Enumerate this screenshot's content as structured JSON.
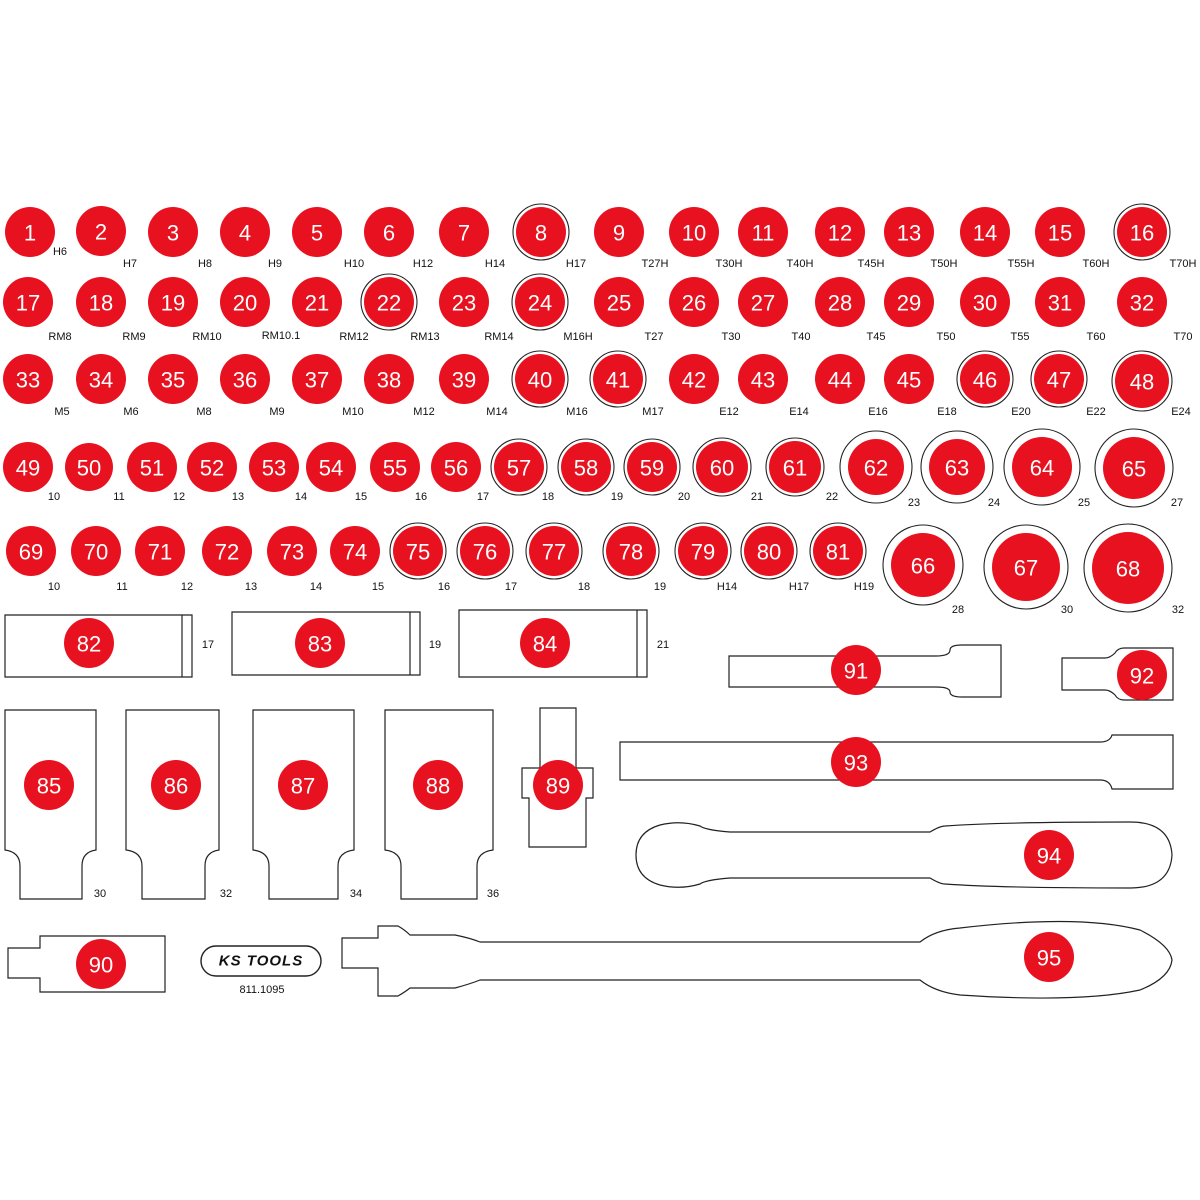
{
  "colors": {
    "marker": "#e8111f",
    "marker_text": "#ffffff",
    "outline": "#222222",
    "label": "#111111"
  },
  "brand": {
    "logo_text": "KS TOOLS",
    "part_number": "811.1095"
  },
  "tools": [
    {
      "n": "1",
      "size": "H6"
    },
    {
      "n": "2",
      "size": "H7"
    },
    {
      "n": "3",
      "size": "H8"
    },
    {
      "n": "4",
      "size": "H9"
    },
    {
      "n": "5",
      "size": "H10"
    },
    {
      "n": "6",
      "size": "H12"
    },
    {
      "n": "7",
      "size": "H14"
    },
    {
      "n": "8",
      "size": "H17"
    },
    {
      "n": "9",
      "size": "T27H"
    },
    {
      "n": "10",
      "size": "T30H"
    },
    {
      "n": "11",
      "size": "T40H"
    },
    {
      "n": "12",
      "size": "T45H"
    },
    {
      "n": "13",
      "size": "T50H"
    },
    {
      "n": "14",
      "size": "T55H"
    },
    {
      "n": "15",
      "size": "T60H"
    },
    {
      "n": "16",
      "size": "T70H"
    },
    {
      "n": "17",
      "size": "RM8"
    },
    {
      "n": "18",
      "size": "RM9"
    },
    {
      "n": "19",
      "size": "RM10"
    },
    {
      "n": "20",
      "size": "RM10.1"
    },
    {
      "n": "21",
      "size": "RM12"
    },
    {
      "n": "22",
      "size": "RM13"
    },
    {
      "n": "23",
      "size": "RM14"
    },
    {
      "n": "24",
      "size": "M16H"
    },
    {
      "n": "25",
      "size": "T27"
    },
    {
      "n": "26",
      "size": "T30"
    },
    {
      "n": "27",
      "size": "T40"
    },
    {
      "n": "28",
      "size": "T45"
    },
    {
      "n": "29",
      "size": "T50"
    },
    {
      "n": "30",
      "size": "T55"
    },
    {
      "n": "31",
      "size": "T60"
    },
    {
      "n": "32",
      "size": "T70"
    },
    {
      "n": "33",
      "size": "M5"
    },
    {
      "n": "34",
      "size": "M6"
    },
    {
      "n": "35",
      "size": "M8"
    },
    {
      "n": "36",
      "size": "M9"
    },
    {
      "n": "37",
      "size": "M10"
    },
    {
      "n": "38",
      "size": "M12"
    },
    {
      "n": "39",
      "size": "M14"
    },
    {
      "n": "40",
      "size": "M16"
    },
    {
      "n": "41",
      "size": "M17"
    },
    {
      "n": "42",
      "size": "E12"
    },
    {
      "n": "43",
      "size": "E14"
    },
    {
      "n": "44",
      "size": "E16"
    },
    {
      "n": "45",
      "size": "E18"
    },
    {
      "n": "46",
      "size": "E20"
    },
    {
      "n": "47",
      "size": "E22"
    },
    {
      "n": "48",
      "size": "E24"
    },
    {
      "n": "49",
      "size": "10"
    },
    {
      "n": "50",
      "size": "11"
    },
    {
      "n": "51",
      "size": "12"
    },
    {
      "n": "52",
      "size": "13"
    },
    {
      "n": "53",
      "size": "14"
    },
    {
      "n": "54",
      "size": "15"
    },
    {
      "n": "55",
      "size": "16"
    },
    {
      "n": "56",
      "size": "17"
    },
    {
      "n": "57",
      "size": "18"
    },
    {
      "n": "58",
      "size": "19"
    },
    {
      "n": "59",
      "size": "20"
    },
    {
      "n": "60",
      "size": "21"
    },
    {
      "n": "61",
      "size": "22"
    },
    {
      "n": "62",
      "size": "23"
    },
    {
      "n": "63",
      "size": "24"
    },
    {
      "n": "64",
      "size": "25"
    },
    {
      "n": "65",
      "size": "27"
    },
    {
      "n": "66",
      "size": "28"
    },
    {
      "n": "67",
      "size": "30"
    },
    {
      "n": "68",
      "size": "32"
    },
    {
      "n": "69",
      "size": "10"
    },
    {
      "n": "70",
      "size": "11"
    },
    {
      "n": "71",
      "size": "12"
    },
    {
      "n": "72",
      "size": "13"
    },
    {
      "n": "73",
      "size": "14"
    },
    {
      "n": "74",
      "size": "15"
    },
    {
      "n": "75",
      "size": "16"
    },
    {
      "n": "76",
      "size": "17"
    },
    {
      "n": "77",
      "size": "18"
    },
    {
      "n": "78",
      "size": "19"
    },
    {
      "n": "79",
      "size": "H14"
    },
    {
      "n": "80",
      "size": "H17"
    },
    {
      "n": "81",
      "size": "H19"
    },
    {
      "n": "82",
      "size": "17"
    },
    {
      "n": "83",
      "size": "19"
    },
    {
      "n": "84",
      "size": "21"
    },
    {
      "n": "85",
      "size": "30"
    },
    {
      "n": "86",
      "size": "32"
    },
    {
      "n": "87",
      "size": "34"
    },
    {
      "n": "88",
      "size": "36"
    },
    {
      "n": "89",
      "size": ""
    },
    {
      "n": "90",
      "size": ""
    },
    {
      "n": "91",
      "size": ""
    },
    {
      "n": "92",
      "size": ""
    },
    {
      "n": "93",
      "size": ""
    },
    {
      "n": "94",
      "size": ""
    },
    {
      "n": "95",
      "size": ""
    }
  ]
}
